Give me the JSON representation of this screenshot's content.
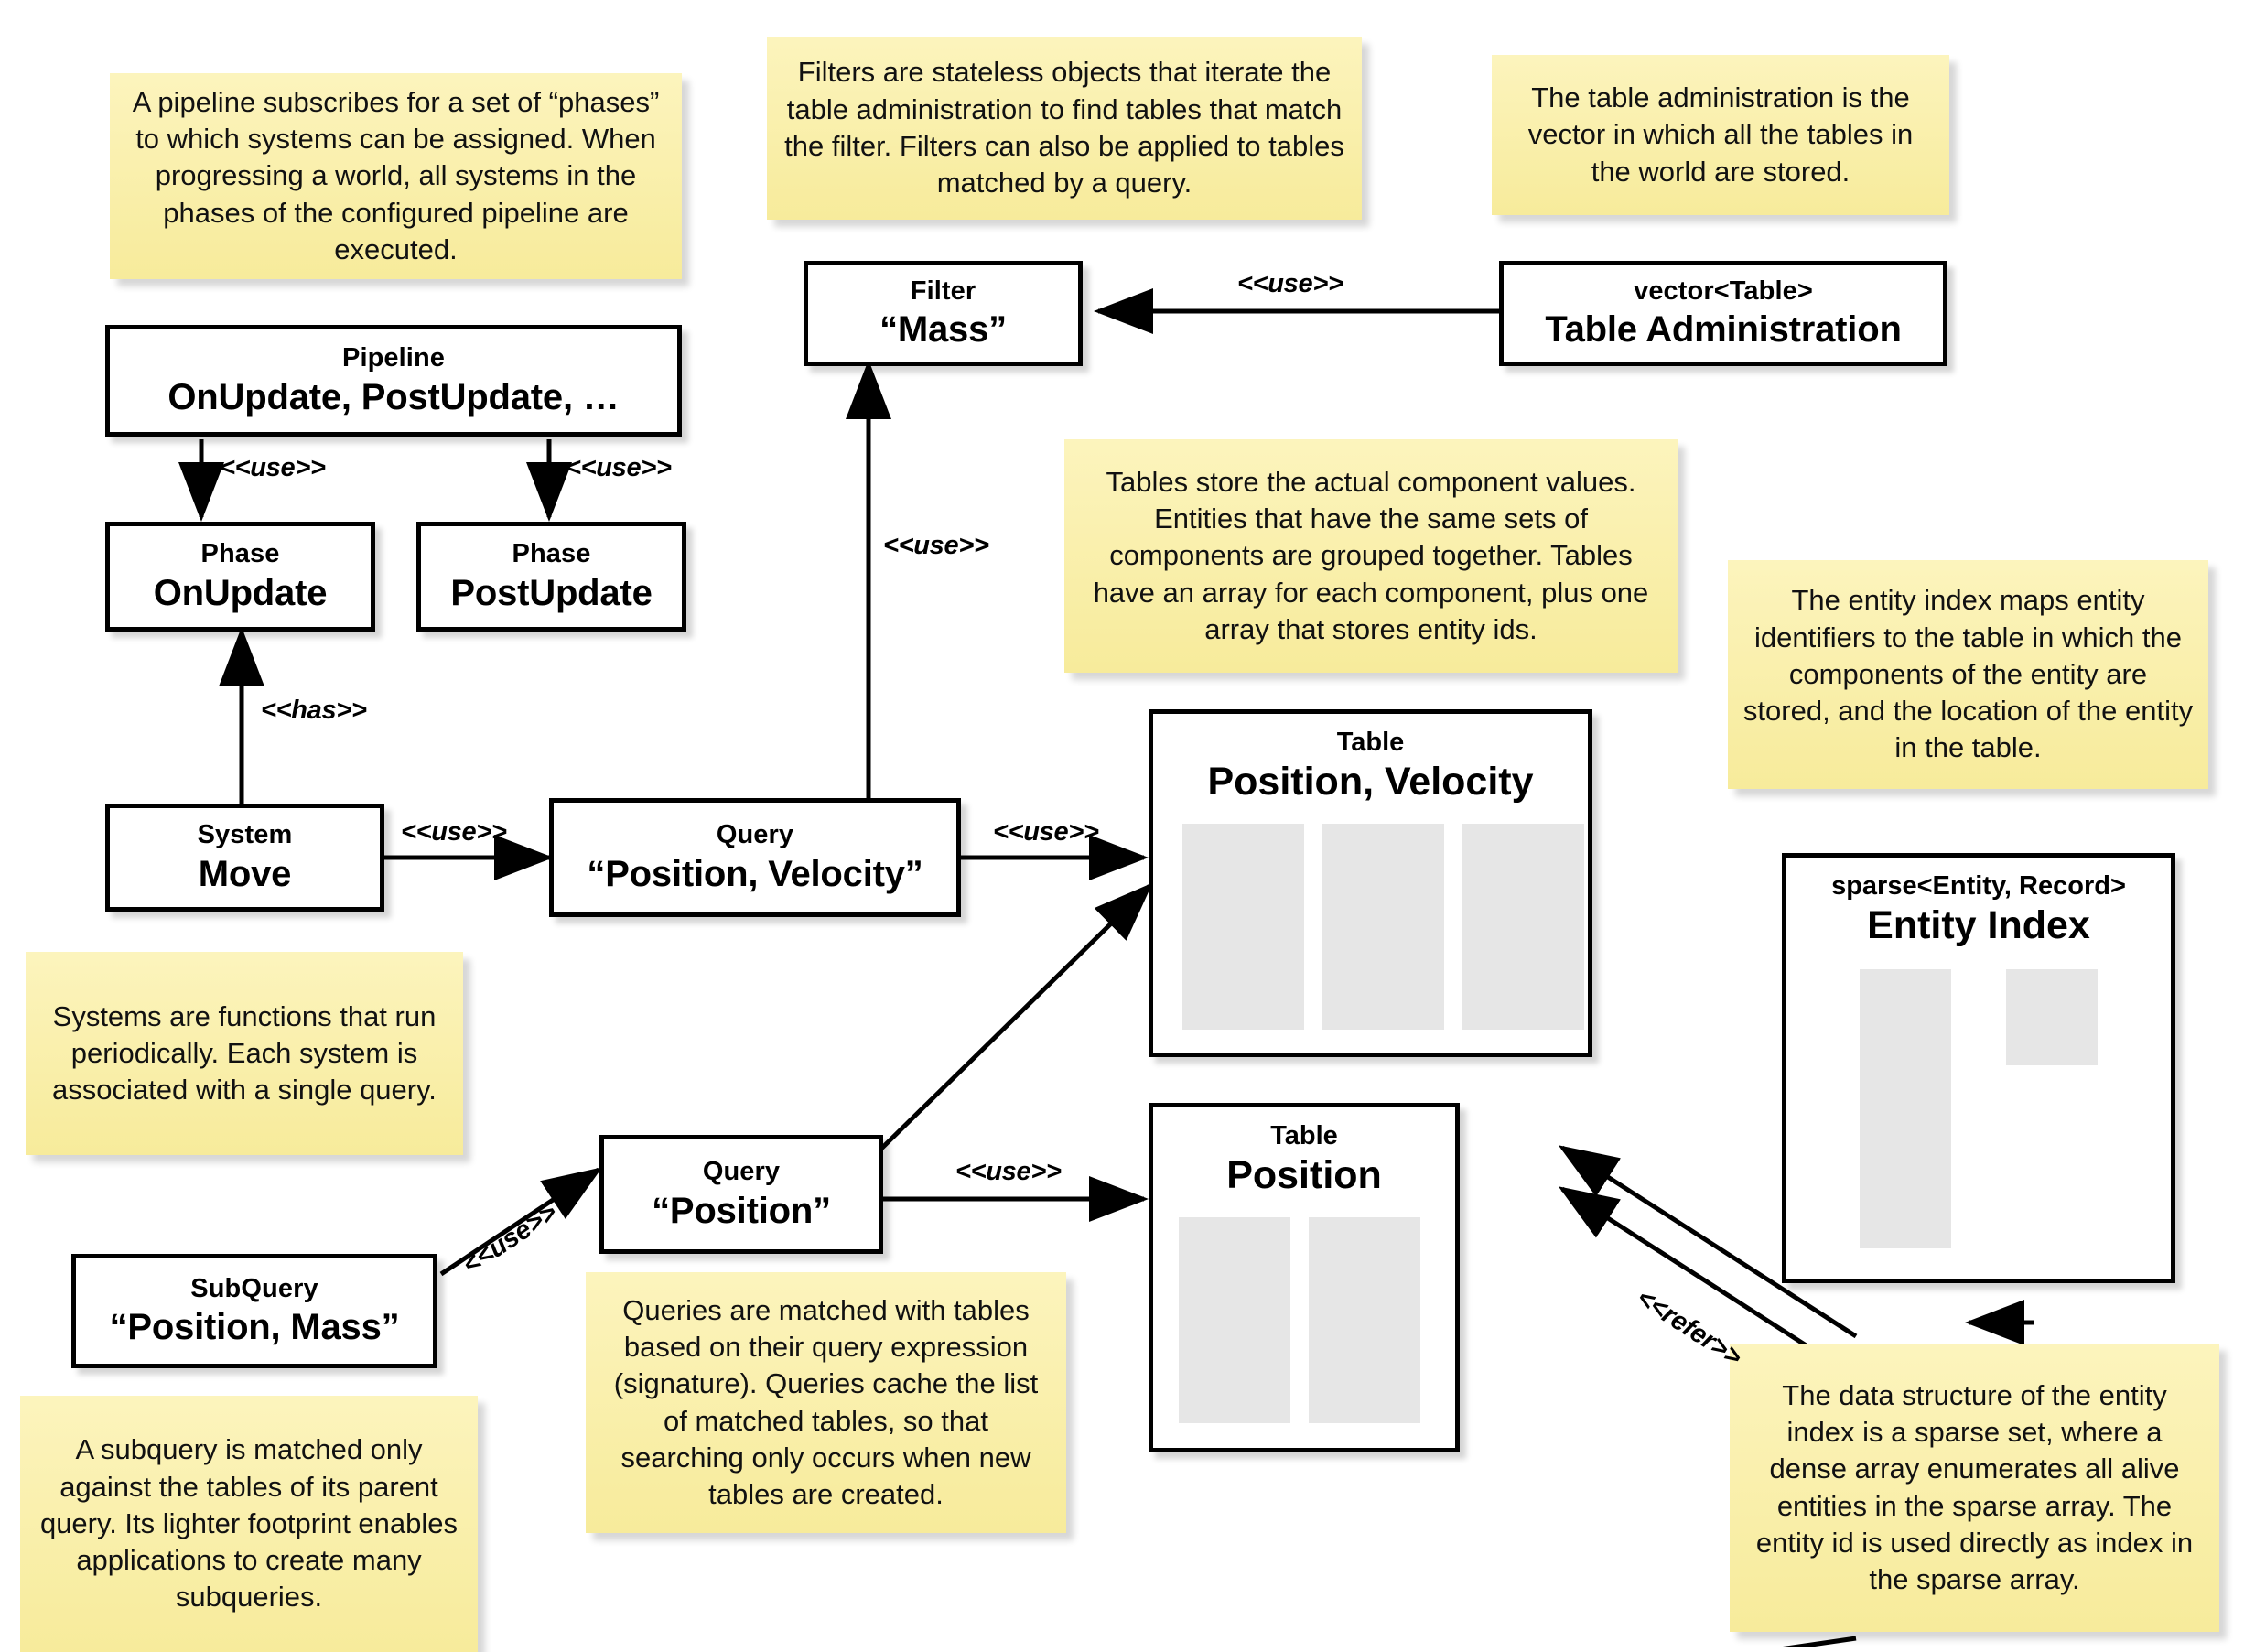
{
  "diagram": {
    "title": "ECS architecture: pipeline, systems, queries, tables and entity index",
    "colors": {
      "note_fill": "#faf0ab",
      "box_fill": "#ffffff",
      "stroke": "#000000",
      "array_fill": "#e6e6e6"
    }
  },
  "boxes": {
    "pipeline": {
      "stereotype": "Pipeline",
      "name": "OnUpdate, PostUpdate, …"
    },
    "phase_onupdate": {
      "stereotype": "Phase",
      "name": "OnUpdate"
    },
    "phase_postupdate": {
      "stereotype": "Phase",
      "name": "PostUpdate"
    },
    "system_move": {
      "stereotype": "System",
      "name": "Move"
    },
    "query_pv": {
      "stereotype": "Query",
      "name": "“Position, Velocity”"
    },
    "query_p": {
      "stereotype": "Query",
      "name": "“Position”"
    },
    "subquery_pm": {
      "stereotype": "SubQuery",
      "name": "“Position, Mass”"
    },
    "filter_mass": {
      "stereotype": "Filter",
      "name": "“Mass”"
    },
    "table_admin": {
      "stereotype": "vector<Table>",
      "name": "Table Administration"
    },
    "table_pv": {
      "stereotype": "Table",
      "name": "Position, Velocity",
      "columns": 3
    },
    "table_p": {
      "stereotype": "Table",
      "name": "Position",
      "columns": 2
    },
    "entity_index": {
      "stereotype": "sparse<Entity, Record>",
      "name": "Entity Index"
    }
  },
  "edge_labels": {
    "pipeline_to_onupdate": "<<use>>",
    "pipeline_to_postupdate": "<<use>>",
    "system_has_phase": "<<has>>",
    "system_uses_query": "<<use>>",
    "query_uses_filter": "<<use>>",
    "admin_uses_filter": "<<use>>",
    "query_pv_uses_table": "<<use>>",
    "query_p_uses_table": "<<use>>",
    "subquery_uses_query": "<<use>>",
    "index_refers_table": "<<refer>>"
  },
  "notes": {
    "pipeline": "A pipeline subscribes for a set of “phases” to which systems can be assigned. When progressing a world, all systems in the phases of the configured pipeline are executed.",
    "filter": "Filters are stateless objects that iterate the table administration to find tables that match the filter. Filters can also be applied to tables matched by a query.",
    "table_admin": "The table administration is the vector in which all the tables in the world are stored.",
    "tables": "Tables store the actual component values. Entities that have the same sets of components are grouped together. Tables have an array for each component, plus one array that stores entity ids.",
    "entity_index": "The entity index maps entity identifiers to the table in which the components of the entity are stored, and the location of the entity in the table.",
    "systems": "Systems are functions that run periodically. Each system is associated with a single query.",
    "queries": "Queries are matched with tables based on their query expression (signature). Queries cache the list of matched tables, so that searching only occurs when new tables are created.",
    "subquery": "A subquery is matched only against the tables of its parent query. Its lighter footprint enables applications to create many subqueries.",
    "sparse_set": "The data structure of the entity index is a sparse set, where a dense array enumerates all alive entities in the sparse array. The entity id is used directly as index in the sparse array."
  }
}
